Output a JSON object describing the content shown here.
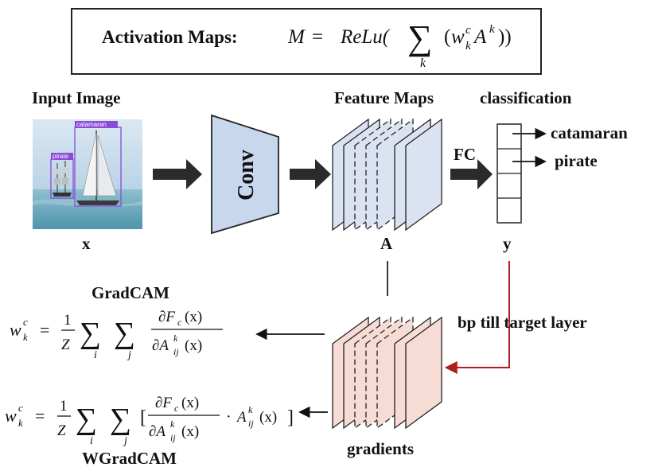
{
  "formula_box": {
    "title": "Activation Maps:",
    "lhs": "M",
    "eq": "=",
    "relu": "ReLu(",
    "sum": "∑",
    "sum_index": "k",
    "w": "w",
    "w_sub": "k",
    "w_sup": "c",
    "a": "A",
    "a_sup": "k",
    "close": "))"
  },
  "input": {
    "title": "Input Image",
    "var": "x",
    "detections": [
      "catamaran",
      "pirate"
    ]
  },
  "conv": {
    "label": "Conv"
  },
  "features": {
    "title": "Feature Maps",
    "var": "A"
  },
  "fc": {
    "label": "FC"
  },
  "classification": {
    "title": "classification",
    "var": "y",
    "outputs": [
      "catamaran",
      "pirate"
    ]
  },
  "backprop": {
    "label": "bp till target layer"
  },
  "gradients": {
    "label": "gradients"
  },
  "gradcam": {
    "title": "GradCAM",
    "w": "w",
    "w_sub": "k",
    "w_sup": "c",
    "eq": "=",
    "one": "1",
    "z": "Z",
    "sum": "∑",
    "idx_i": "i",
    "idx_j": "j",
    "num": "∂F",
    "num_sub": "c",
    "num_arg": "(x)",
    "den": "∂A",
    "den_sup": "k",
    "den_sub": "ij",
    "den_arg": "(x)"
  },
  "wgradcam": {
    "title": "WGradCAM",
    "w": "w",
    "w_sub": "k",
    "w_sup": "c",
    "eq": "=",
    "one": "1",
    "z": "Z",
    "sum": "∑",
    "idx_i": "i",
    "idx_j": "j",
    "lbr": "[",
    "num": "∂F",
    "num_sub": "c",
    "num_arg": "(x)",
    "den": "∂A",
    "den_sup": "k",
    "den_sub": "ij",
    "den_arg": "(x)",
    "dot": "·",
    "a": "A",
    "a_sup": "k",
    "a_sub": "ij",
    "a_arg": "(x)",
    "rbr": "]"
  },
  "colors": {
    "feature_fill": "#dbe3f2",
    "gradient_fill": "#f6dcd5",
    "conv_fill": "#c8d6ee",
    "bp_arrow": "#b01e1e",
    "arrow": "#2b2b2b",
    "sea": "#7fb2c6",
    "sky": "#cfe0ee",
    "box_catamaran": "#8a4bd6",
    "box_pirate": "#8a4bd6"
  },
  "icons": [
    "right-arrow-icon",
    "left-arrow-icon",
    "down-right-arrow-icon"
  ]
}
